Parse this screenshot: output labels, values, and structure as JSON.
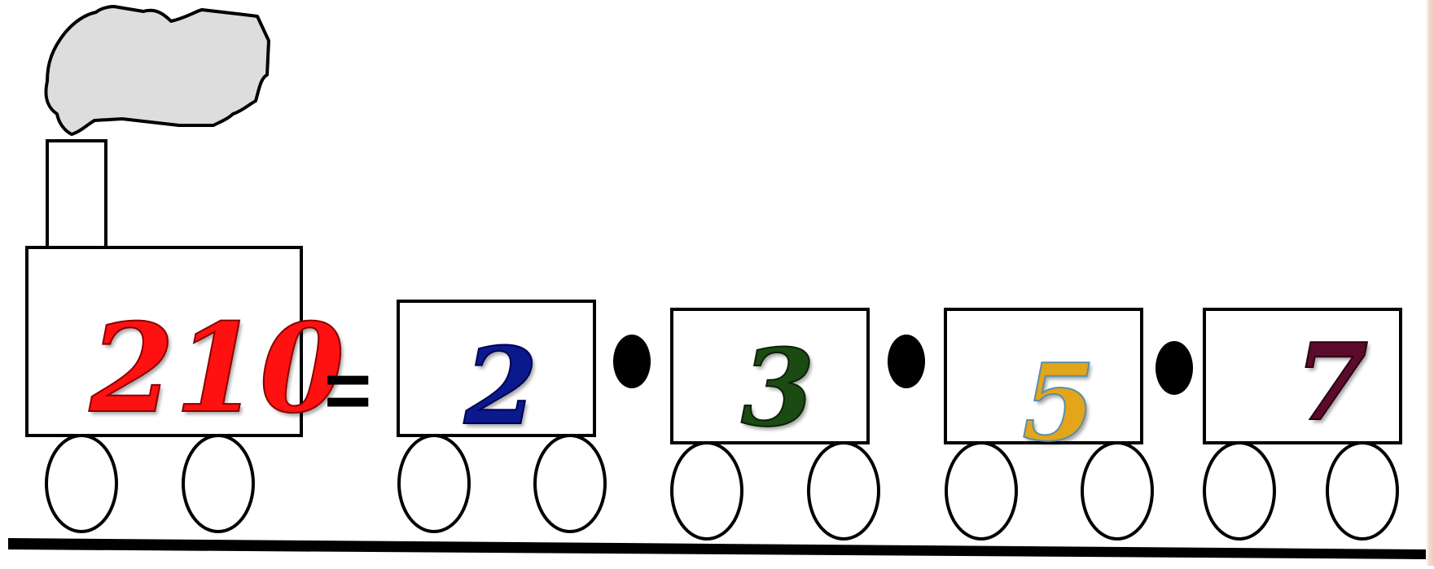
{
  "equation": {
    "product": "210",
    "equals": "=",
    "factors": [
      "2",
      "3",
      "5",
      "7"
    ]
  },
  "colors": {
    "product": "#ff1111",
    "factor_2": "#0a1a8c",
    "factor_3": "#1b4a12",
    "factor_5": "#e3a51a",
    "factor_7": "#5c0a2c",
    "smoke": "#dddddd",
    "outline": "#000000"
  }
}
